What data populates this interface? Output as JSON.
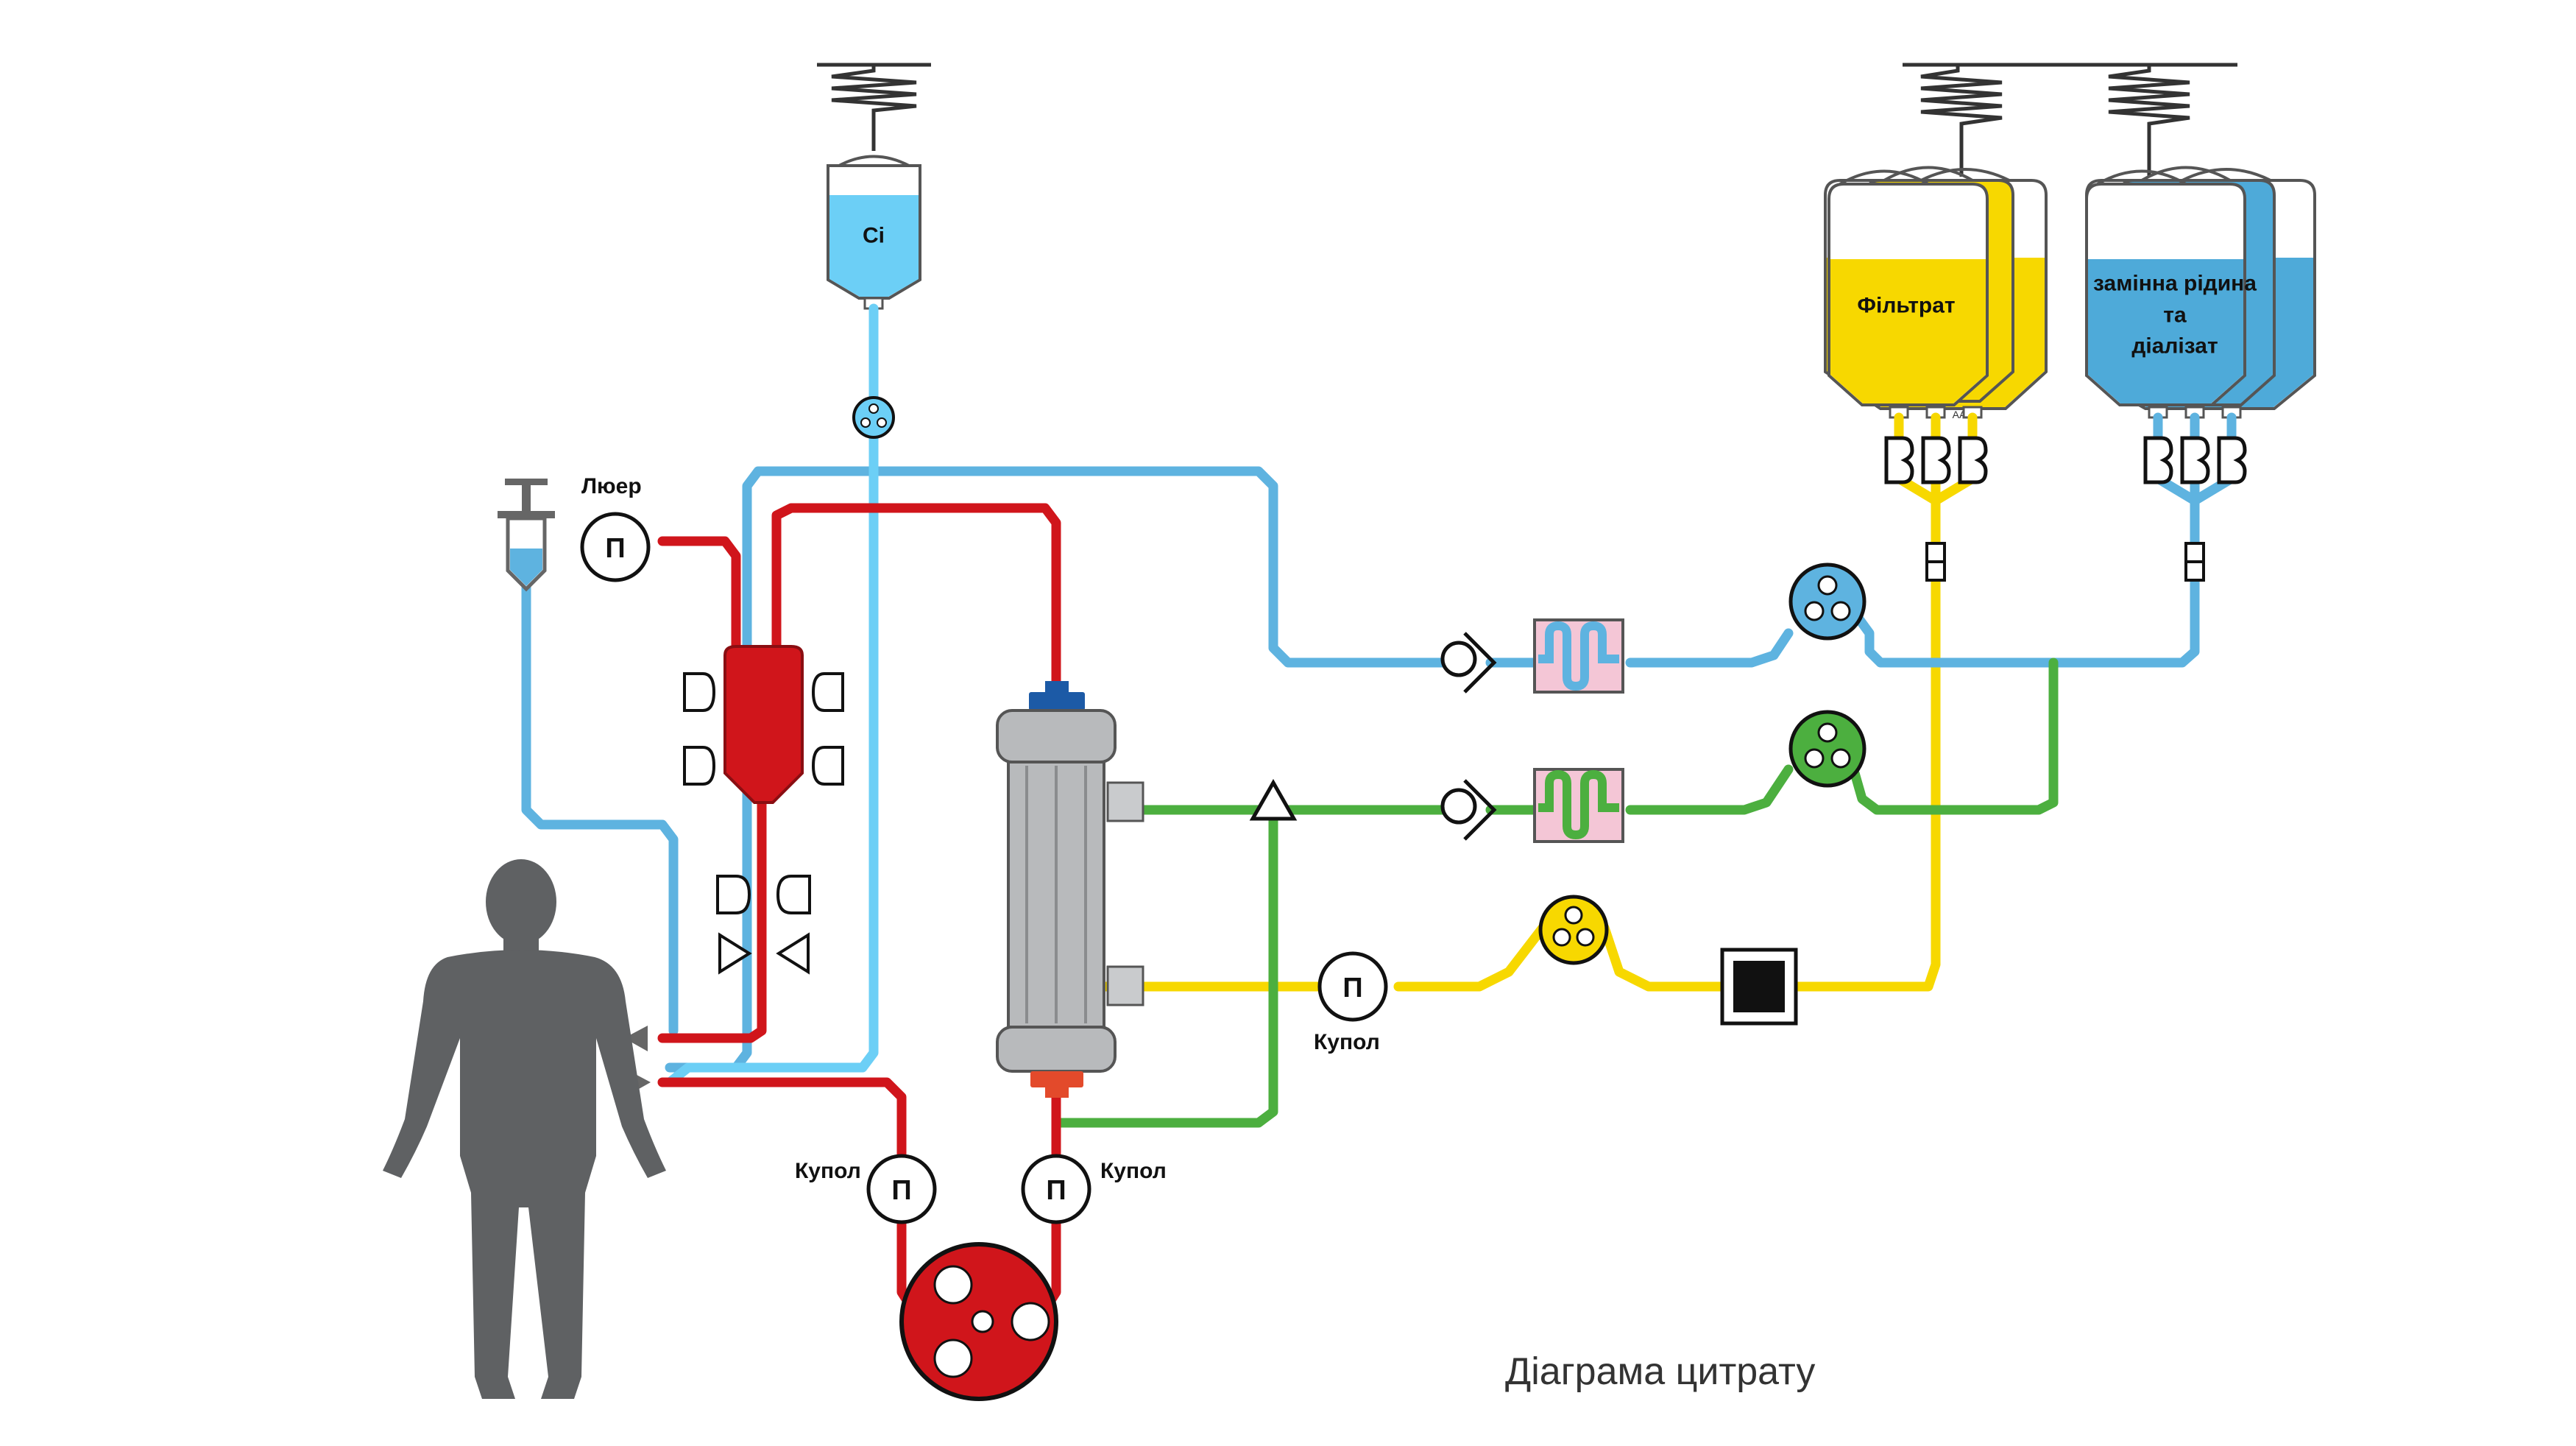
{
  "caption": "Діаграма цитрату",
  "bags": {
    "ci": "Ci",
    "filtrate": "Фільтрат",
    "replacement_line1": "замінна рідина",
    "replacement_line2": "та",
    "replacement_line3": "діалізат",
    "drain_marker": "AA"
  },
  "labels": {
    "luer": "Люер",
    "dome_left": "Купол",
    "dome_right": "Купол",
    "dome_effluent": "Купол"
  },
  "pressure_symbol": "П",
  "colors": {
    "blood": "#d0151b",
    "citrate_blue": "#5eb3e0",
    "dialysate_green": "#4caf3f",
    "effluent_yellow": "#f7d800",
    "human": "#5f6163",
    "filter_gray": "#b8babc",
    "heater_pink": "#f4c6d6"
  }
}
